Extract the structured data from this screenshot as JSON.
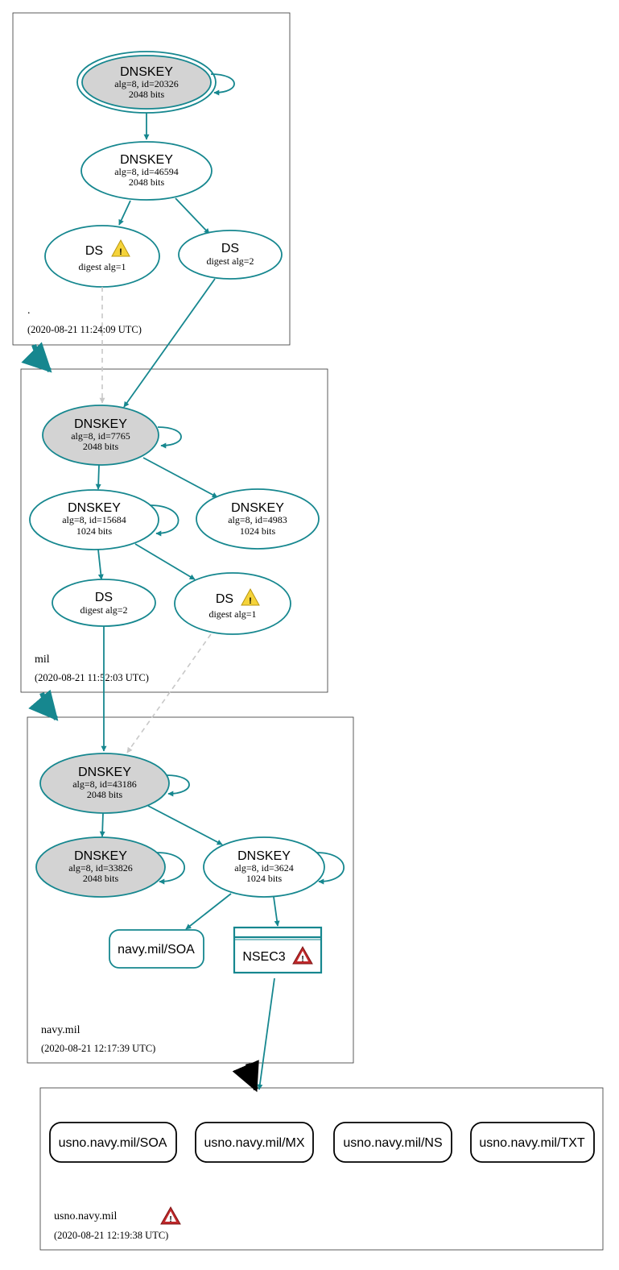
{
  "zones": [
    {
      "name": ".",
      "timestamp": "(2020-08-21 11:24:09 UTC)"
    },
    {
      "name": "mil",
      "timestamp": "(2020-08-21 11:52:03 UTC)"
    },
    {
      "name": "navy.mil",
      "timestamp": "(2020-08-21 12:17:39 UTC)"
    },
    {
      "name": "usno.navy.mil",
      "timestamp": "(2020-08-21 12:19:38 UTC)"
    }
  ],
  "nodes": {
    "root_ksk": {
      "title": "DNSKEY",
      "line1": "alg=8, id=20326",
      "line2": "2048 bits"
    },
    "root_zsk": {
      "title": "DNSKEY",
      "line1": "alg=8, id=46594",
      "line2": "2048 bits"
    },
    "root_ds1": {
      "title": "DS",
      "line1": "digest alg=1"
    },
    "root_ds2": {
      "title": "DS",
      "line1": "digest alg=2"
    },
    "mil_ksk": {
      "title": "DNSKEY",
      "line1": "alg=8, id=7765",
      "line2": "2048 bits"
    },
    "mil_zsk1": {
      "title": "DNSKEY",
      "line1": "alg=8, id=15684",
      "line2": "1024 bits"
    },
    "mil_zsk2": {
      "title": "DNSKEY",
      "line1": "alg=8, id=4983",
      "line2": "1024 bits"
    },
    "mil_ds2": {
      "title": "DS",
      "line1": "digest alg=2"
    },
    "mil_ds1": {
      "title": "DS",
      "line1": "digest alg=1"
    },
    "navy_ksk": {
      "title": "DNSKEY",
      "line1": "alg=8, id=43186",
      "line2": "2048 bits"
    },
    "navy_key2": {
      "title": "DNSKEY",
      "line1": "alg=8, id=33826",
      "line2": "2048 bits"
    },
    "navy_zsk": {
      "title": "DNSKEY",
      "line1": "alg=8, id=3624",
      "line2": "1024 bits"
    },
    "navy_soa": {
      "label": "navy.mil/SOA"
    },
    "navy_nsec3": {
      "label": "NSEC3"
    }
  },
  "records": [
    "usno.navy.mil/SOA",
    "usno.navy.mil/MX",
    "usno.navy.mil/NS",
    "usno.navy.mil/TXT"
  ],
  "colors": {
    "edge": "#16878f",
    "ksk_fill": "#d3d3d3",
    "dashed": "#c8c8c8",
    "warning_yellow": "#f5d33a",
    "error_red": "#c0282a"
  },
  "icons": {
    "warning": "warning-icon",
    "error": "error-icon"
  }
}
